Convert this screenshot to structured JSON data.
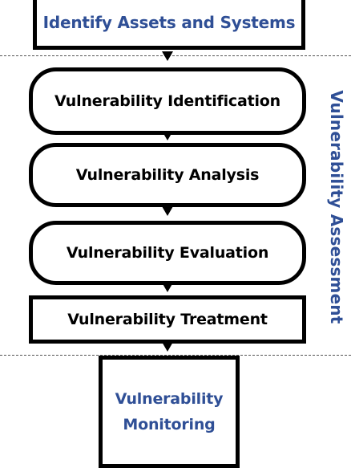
{
  "diagram": {
    "steps": [
      {
        "label": "Identify Assets and Systems"
      },
      {
        "label": "Vulnerability Identification"
      },
      {
        "label": "Vulnerability Analysis"
      },
      {
        "label": "Vulnerability Evaluation"
      },
      {
        "label": "Vulnerability Treatment"
      },
      {
        "label": "Vulnerability Monitoring"
      }
    ],
    "phase_label": "Vulnerability Assessment",
    "colors": {
      "accent_text": "#2f4f96",
      "border": "#000000",
      "divider": "#555555"
    }
  }
}
